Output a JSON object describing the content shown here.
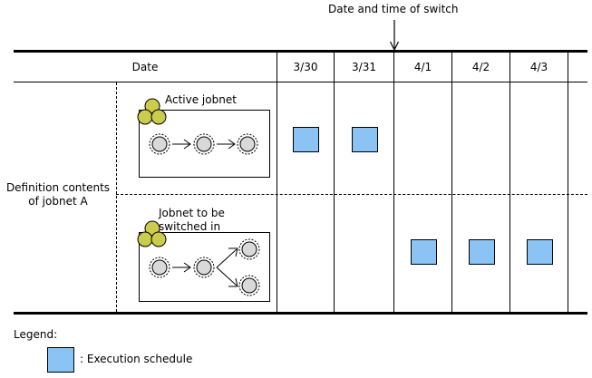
{
  "figure": {
    "annotation": {
      "label": "Date and time of switch",
      "arrow_icon": "down-arrow-icon"
    },
    "table": {
      "header": {
        "row_label_header": "Date",
        "date_columns": [
          "3/30",
          "3/31",
          "4/1",
          "4/2",
          "4/3"
        ]
      },
      "row_group_label": "Definition contents\nof jobnet A",
      "rows": [
        {
          "caption": "Active jobnet",
          "cluster_icon": "jobnet-cluster-icon",
          "graph": {
            "type": "linear-chain",
            "nodes": [
              "job",
              "job",
              "job"
            ],
            "node_icon": "job-node-icon",
            "arrow_icon": "right-arrow-icon"
          },
          "schedule_cells": [
            "3/30",
            "3/31"
          ]
        },
        {
          "caption": "Jobnet to be\nswitched in",
          "cluster_icon": "jobnet-cluster-icon",
          "graph": {
            "type": "branching-chain",
            "nodes": [
              "job",
              "job",
              "job",
              "job"
            ],
            "node_icon": "job-node-icon",
            "arrow_icon": "right-arrow-icon"
          },
          "schedule_cells": [
            "4/1",
            "4/2",
            "4/3"
          ]
        }
      ]
    },
    "legend": {
      "title": "Legend:",
      "entries": [
        {
          "swatch_name": "execution-schedule-swatch",
          "text": ": Execution schedule"
        }
      ]
    },
    "colors": {
      "schedule_blue": "#8CC3F5",
      "cluster_yellow": "#CCCC4C",
      "node_gray": "#D9D9D9",
      "line_black": "#000000",
      "background": "#FFFFFF"
    }
  }
}
